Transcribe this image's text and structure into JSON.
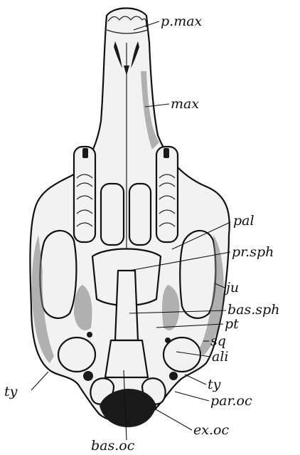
{
  "labels": {
    "p_max": "p.max",
    "max": "max",
    "pal": "pal",
    "pr_sph": "pr.sph",
    "ju": "ju",
    "bas_sph": "bas.sph",
    "pt": "pt",
    "sq": "sq",
    "ali": "ali",
    "ty_left": "ty",
    "ty_right": "ty",
    "par_oc": "par.oc",
    "ex_oc": "ex.oc",
    "bas_oc": "bas.oc"
  }
}
